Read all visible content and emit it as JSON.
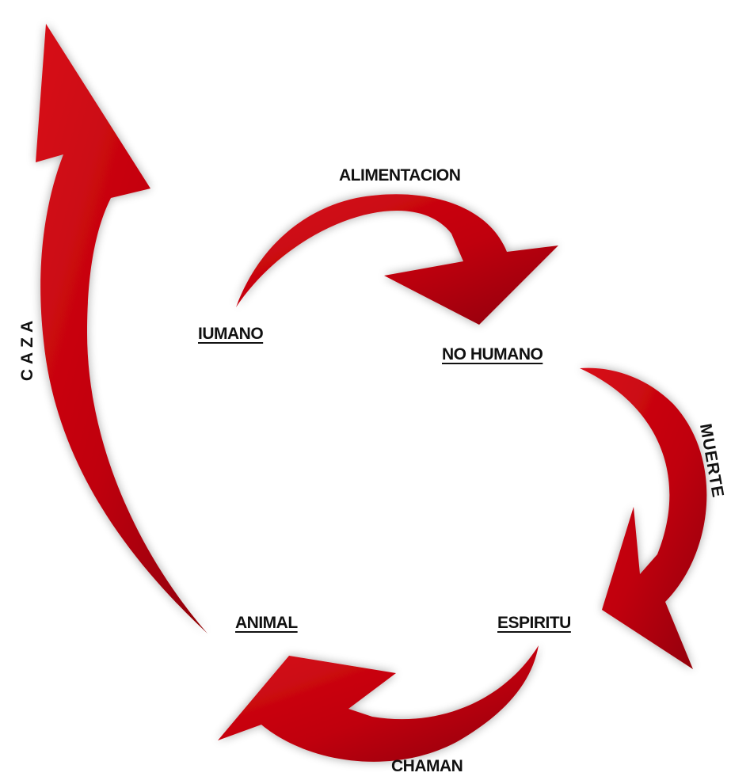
{
  "colors": {
    "arrow": "#c0000a",
    "arrow_dark": "#8e0006",
    "text": "#111111"
  },
  "nodes": {
    "humano": "IUMANO",
    "no_humano": "NO HUMANO",
    "espiritu": "ESPIRITU",
    "animal": "ANIMAL"
  },
  "edges": {
    "alimentacion": "ALIMENTACION",
    "muerte": "MUERTE",
    "chaman": "CHAMAN",
    "caza": "CAZA"
  }
}
